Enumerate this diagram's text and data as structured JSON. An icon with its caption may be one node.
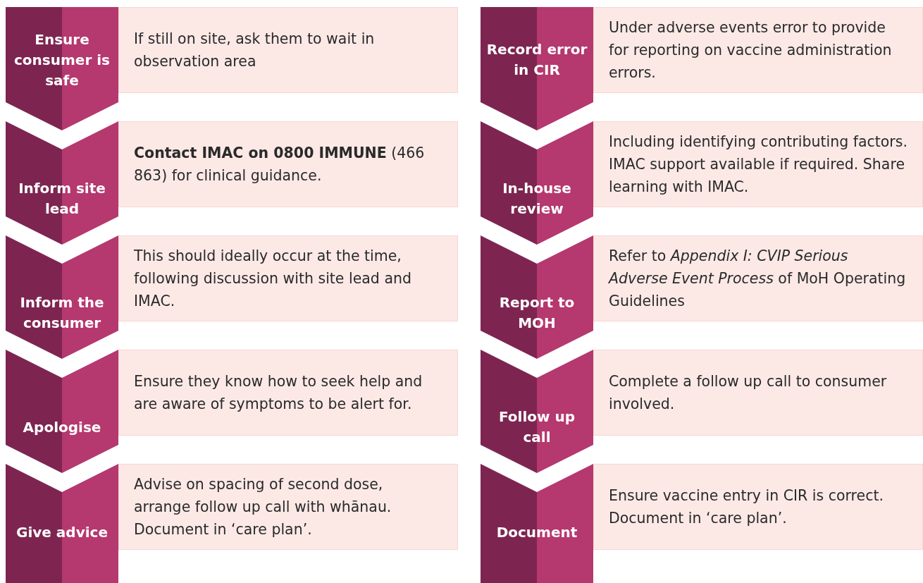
{
  "diagram": {
    "nodes": [
      {
        "text": [
          "Ensure consumer is safe"
        ]
      },
      {
        "text": [
          "If still on site, ask them to wait in observation area"
        ]
      },
      {
        "text": [
          "Inform site lead"
        ]
      },
      {
        "text": [
          "**Contact IMAC on 0800 IMMUNE** (466 863) for clinical guidance."
        ]
      },
      {
        "text": [
          "Inform the consumer"
        ]
      },
      {
        "text": [
          "This should ideally occur at the time, following discussion with site lead and IMAC."
        ]
      },
      {
        "text": [
          "Apologise"
        ]
      },
      {
        "text": [
          "Ensure they know how to seek help and are aware of symptoms to be alert for."
        ]
      },
      {
        "text": [
          "Give advice"
        ]
      },
      {
        "text": [
          "Advise on spacing of second dose, arrange follow up call with whānau. Document in ‘care plan’."
        ]
      },
      {
        "text": [
          "Record error in CIR"
        ]
      },
      {
        "text": [
          "Under adverse events error to provide for reporting on vaccine administration errors."
        ]
      },
      {
        "text": [
          "In-house review"
        ]
      },
      {
        "text": [
          "Including identifying contributing factors. IMAC support available if required. Share learning with IMAC."
        ]
      },
      {
        "text": [
          "Report to MOH"
        ]
      },
      {
        "text": [
          "Refer to *Appendix I: CVIP Serious Adverse Event Process* of MoH Operating Guidelines"
        ]
      },
      {
        "text": [
          "Follow up call"
        ]
      },
      {
        "text": [
          "Complete a follow up call to consumer involved."
        ]
      },
      {
        "text": [
          "Document"
        ]
      },
      {
        "text": [
          "Ensure vaccine entry in CIR is correct. Document in ‘care plan’."
        ]
      }
    ]
  }
}
